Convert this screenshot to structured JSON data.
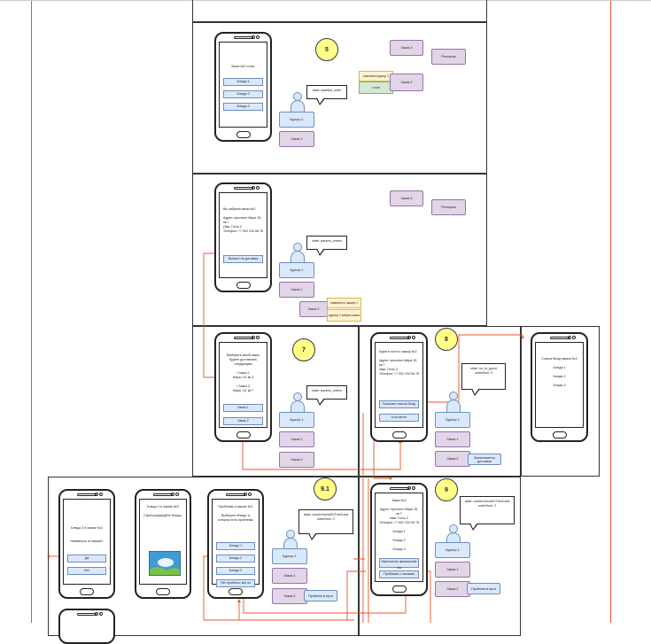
{
  "colors": {
    "connector": "#e8542a",
    "button_fill": "#dae8fc",
    "order_fill": "#e1d5e7",
    "note_fill": "#fff2cc",
    "ok_fill": "#d5e8d4",
    "step_badge": "#ffff88"
  },
  "step5": {
    "badge": "5",
    "phone_title": "Заказ №2 готов.",
    "buttons": [
      "Блюдо 1",
      "Блюдо 2",
      "Блюдо 3"
    ],
    "callout": "state: awaited_order",
    "courier": "Курьер 1",
    "order1": "Заказ 1",
    "order3": "Заказ 3",
    "order2": "Заказ 2",
    "restaurant": "Ресторан",
    "note_yellow": "назначен курьер 1",
    "note_green": "готов"
  },
  "step6": {
    "phone_text": "Вы забрали заказ №2\n\nАдрес: проспект Мира 15,\nкв.7\nИмя: Гость 2\nТелефон: +7 902 234 56 78",
    "button": "Выехал на доставку",
    "callout": "state: packed_orders",
    "courier": "Курьер 1",
    "order1": "Заказ 1",
    "order3": "Заказ 3",
    "order2": "Заказ 2",
    "restaurant": "Ресторан",
    "note1": "назначен к заказу 1",
    "note2": "курьер 1 забрал заказ"
  },
  "step7": {
    "badge": "7",
    "phone_text": "Выберите какой заказ\nбудете доставлять\nследующим\n\n• Заказ 1\nМира, 15, кв 3\n\n• Заказ 2\nМира, 15, кв 7",
    "buttons": [
      "Заказ 1",
      "Заказ 2"
    ],
    "callout": "state: packed_orders",
    "courier": "Курьер 1",
    "order1": "Заказ 1",
    "order2": "Заказ 2"
  },
  "step8": {
    "badge": "8",
    "phone_text": "Едем в гости к заказу №2\n\nАдрес: проспект Мира 15,\nкв.7\nИмя: Гость 2\nТелефон: +7 902 234 56 78",
    "buttons": [
      "Показать список блюд",
      "я на месте"
    ],
    "callout": "state: on_to_guest\norderNum: 2",
    "courier": "Курьер 1",
    "order1": "Заказ 1",
    "order2": "Заказ 2",
    "delivering": "Выполняется доставка"
  },
  "step8_list": {
    "phone_text": "Список блюд заказа №2\n\nБлюдо 1\n\nБлюдо 2\n\nБлюдо 3"
  },
  "step9": {
    "badge": "9",
    "phone_text": "Заказ №2\n\nАдрес: проспект Мира 15,\nкв.7\nИмя: Гость 2\nТелефон: +7 902 234 56 78\n\nБлюдо 1\n\nБлюдо 2\n\nБлюдо 3",
    "buttons": [
      "Напечатать финальный чек",
      "Проблемы с заказом"
    ],
    "callout": "state: courierArrivalToTheGuest\norderNum: 2",
    "courier": "Курьер 1",
    "order1": "Заказ 1",
    "order2": "Заказ 2",
    "problem": "Проблем в пути"
  },
  "step91": {
    "badge": "9.1",
    "phone_text": "Проблемы в заказе №2\n\nВыберите блюдо, в\nкотором есть проблемы",
    "buttons": [
      "Блюдо 1",
      "Блюдо 2",
      "Блюдо 3",
      "Нет проблем, всё ок"
    ],
    "callout": "state: courierArrivalToTheGuest\norderNum: 2",
    "courier": "Курьер 1",
    "order1": "Заказ 1",
    "order2": "Заказ 2",
    "problem": "Проблем в пути"
  },
  "step91_photo": {
    "phone_text": "Блюдо 2 в заказе №2\n\nСфотографируйте блюдо."
  },
  "step91_confirm": {
    "phone_text": "Блюдо 2 в заказе №2\n\n\nНевменить из заказа?",
    "buttons": [
      "Да",
      "Нет"
    ]
  }
}
